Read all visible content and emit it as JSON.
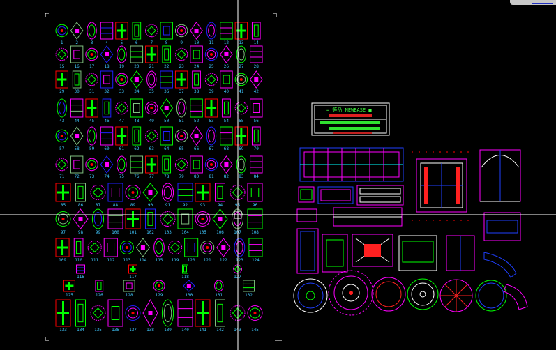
{
  "title_block": {
    "text": "= 等品 NEWBASE ■"
  },
  "colors": {
    "magenta": "#ff00ff",
    "green": "#00ff00",
    "red": "#ff0000",
    "blue": "#2020ff",
    "olive": "#80c080",
    "label": "#40c8ff",
    "crosshair": "#ffffff"
  },
  "symbol_rows": [
    [
      "1",
      "2",
      "3",
      "4",
      "5",
      "6",
      "7",
      "8",
      "9",
      "10",
      "11",
      "12",
      "13",
      "14"
    ],
    [
      "15",
      "16",
      "17",
      "18",
      "19",
      "20",
      "21",
      "22",
      "23",
      "24",
      "25",
      "26",
      "27",
      "28"
    ],
    [
      "29",
      "30",
      "31",
      "32",
      "33",
      "34",
      "35",
      "36",
      "37",
      "38",
      "39",
      "40",
      "41",
      "42"
    ],
    [
      "43",
      "44",
      "45",
      "46",
      "47",
      "48",
      "49",
      "50",
      "51",
      "52",
      "53",
      "54",
      "55",
      "56"
    ],
    [
      "57",
      "58",
      "59",
      "60",
      "61",
      "62",
      "63",
      "64",
      "65",
      "66",
      "67",
      "68",
      "69",
      "70"
    ],
    [
      "71",
      "72",
      "73",
      "74",
      "75",
      "76",
      "77",
      "78",
      "79",
      "80",
      "81",
      "82",
      "83",
      "84"
    ],
    [
      "85",
      "86",
      "87",
      "88",
      "89",
      "90",
      "91",
      "92",
      "93",
      "94",
      "95",
      "96"
    ],
    [
      "97",
      "98",
      "99",
      "100",
      "101",
      "102",
      "103",
      "104",
      "105",
      "106",
      "107",
      "108"
    ],
    [
      "109",
      "110",
      "111",
      "112",
      "113",
      "114",
      "115",
      "119",
      "120",
      "121",
      "122",
      "123",
      "124"
    ],
    [
      "116",
      "117",
      "118",
      "127"
    ],
    [
      "125",
      "126",
      "128",
      "129",
      "130",
      "131",
      "132"
    ],
    [
      "133",
      "134",
      "135",
      "136",
      "137",
      "138",
      "139",
      "140",
      "141",
      "142",
      "143",
      "145"
    ]
  ]
}
